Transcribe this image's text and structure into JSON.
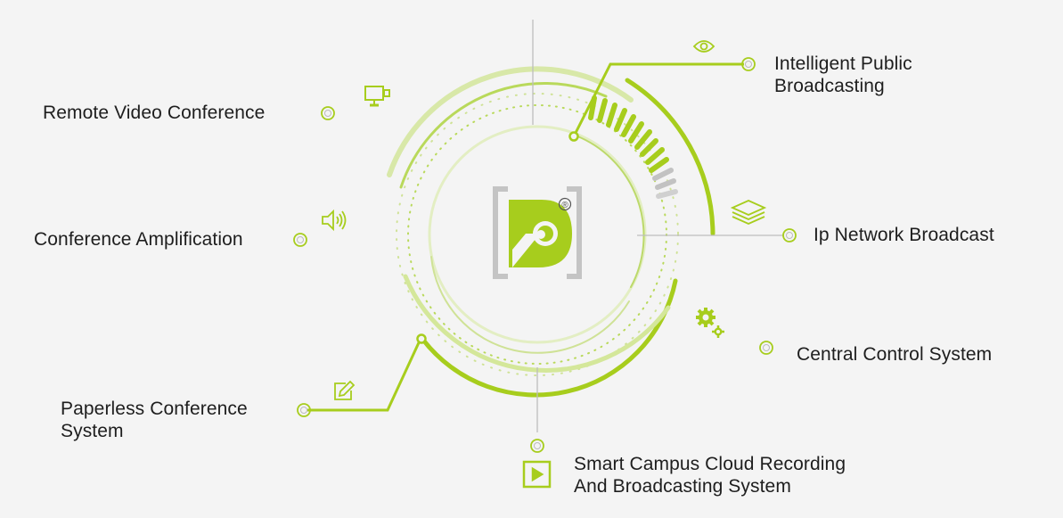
{
  "colors": {
    "accent": "#a7cd1d",
    "accent_light": "#d4e79a",
    "line_gray": "#b8b8b8",
    "logo_gray": "#c4c4c4",
    "text": "#1e1e1e",
    "background": "#f4f4f4"
  },
  "center_logo": {
    "icon": "company-logo-d",
    "registered_mark": "®"
  },
  "features": [
    {
      "id": "remote-video-conference",
      "lines": [
        "Remote Video Conference"
      ],
      "icon": "monitor-icon"
    },
    {
      "id": "conference-amplification",
      "lines": [
        "Conference Amplification"
      ],
      "icon": "speaker-icon"
    },
    {
      "id": "paperless-conference-system",
      "lines": [
        "Paperless Conference",
        "System"
      ],
      "icon": "edit-icon"
    },
    {
      "id": "smart-campus-cloud-recording",
      "lines": [
        "Smart Campus Cloud Recording",
        "And Broadcasting System"
      ],
      "icon": "play-video-icon"
    },
    {
      "id": "intelligent-public-broadcasting",
      "lines": [
        "Intelligent Public",
        "Broadcasting"
      ],
      "icon": "eye-icon"
    },
    {
      "id": "ip-network-broadcast",
      "lines": [
        "Ip Network Broadcast"
      ],
      "icon": "layers-icon"
    },
    {
      "id": "central-control-system",
      "lines": [
        "Central Control System"
      ],
      "icon": "gears-icon"
    }
  ]
}
